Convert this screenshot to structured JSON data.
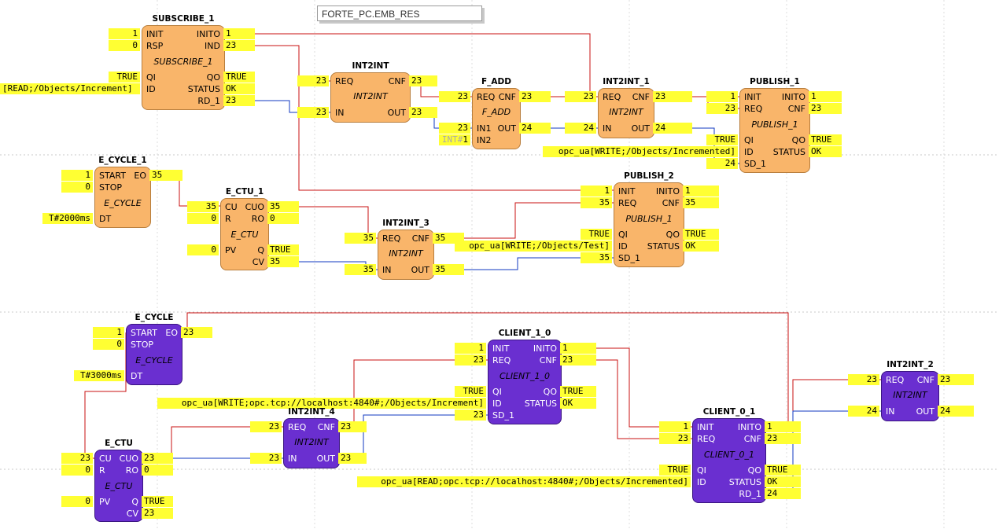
{
  "resource_label": "FORTE_PC.EMB_RES",
  "blocks": {
    "subscribe1": {
      "title": "SUBSCRIBE_1",
      "type": "SUBSCRIBE_1",
      "ins": [
        "INIT",
        "RSP",
        "QI",
        "ID"
      ],
      "outs": [
        "INITO",
        "IND",
        "QO",
        "STATUS",
        "RD_1"
      ]
    },
    "int2int": {
      "title": "INT2INT",
      "type": "INT2INT",
      "ins": [
        "REQ",
        "IN"
      ],
      "outs": [
        "CNF",
        "OUT"
      ]
    },
    "fadd": {
      "title": "F_ADD",
      "type": "F_ADD",
      "ins": [
        "REQ",
        "IN1",
        "IN2"
      ],
      "outs": [
        "CNF",
        "OUT"
      ]
    },
    "int2int1": {
      "title": "INT2INT_1",
      "type": "INT2INT",
      "ins": [
        "REQ",
        "IN"
      ],
      "outs": [
        "CNF",
        "OUT"
      ]
    },
    "publish1": {
      "title": "PUBLISH_1",
      "type": "PUBLISH_1",
      "ins": [
        "INIT",
        "REQ",
        "QI",
        "ID",
        "SD_1"
      ],
      "outs": [
        "INITO",
        "CNF",
        "QO",
        "STATUS"
      ]
    },
    "ecycle1": {
      "title": "E_CYCLE_1",
      "type": "E_CYCLE",
      "ins": [
        "START",
        "STOP",
        "DT"
      ],
      "outs": [
        "EO"
      ]
    },
    "ectu1": {
      "title": "E_CTU_1",
      "type": "E_CTU",
      "ins": [
        "CU",
        "R",
        "PV"
      ],
      "outs": [
        "CUO",
        "RO",
        "Q",
        "CV"
      ]
    },
    "int2int3": {
      "title": "INT2INT_3",
      "type": "INT2INT",
      "ins": [
        "REQ",
        "IN"
      ],
      "outs": [
        "CNF",
        "OUT"
      ]
    },
    "publish2": {
      "title": "PUBLISH_2",
      "type": "PUBLISH_1",
      "ins": [
        "INIT",
        "REQ",
        "QI",
        "ID",
        "SD_1"
      ],
      "outs": [
        "INITO",
        "CNF",
        "QO",
        "STATUS"
      ]
    },
    "ecycle": {
      "title": "E_CYCLE",
      "type": "E_CYCLE",
      "ins": [
        "START",
        "STOP",
        "DT"
      ],
      "outs": [
        "EO"
      ]
    },
    "client10": {
      "title": "CLIENT_1_0",
      "type": "CLIENT_1_0",
      "ins": [
        "INIT",
        "REQ",
        "QI",
        "ID",
        "SD_1"
      ],
      "outs": [
        "INITO",
        "CNF",
        "QO",
        "STATUS"
      ]
    },
    "int2int4": {
      "title": "INT2INT_4",
      "type": "INT2INT",
      "ins": [
        "REQ",
        "IN"
      ],
      "outs": [
        "CNF",
        "OUT"
      ]
    },
    "ectu": {
      "title": "E_CTU",
      "type": "E_CTU",
      "ins": [
        "CU",
        "R",
        "PV"
      ],
      "outs": [
        "CUO",
        "RO",
        "Q",
        "CV"
      ]
    },
    "client01": {
      "title": "CLIENT_0_1",
      "type": "CLIENT_0_1",
      "ins": [
        "INIT",
        "REQ",
        "QI",
        "ID"
      ],
      "outs": [
        "INITO",
        "CNF",
        "QO",
        "STATUS",
        "RD_1"
      ]
    },
    "int2int2": {
      "title": "INT2INT_2",
      "type": "INT2INT",
      "ins": [
        "REQ",
        "IN"
      ],
      "outs": [
        "CNF",
        "OUT"
      ]
    }
  },
  "values": {
    "sub1_init_in": "1",
    "sub1_rsp_in": "0",
    "sub1_qi_in": "TRUE",
    "sub1_id_in": "[READ;/Objects/Increment]",
    "sub1_inito_out": "1",
    "sub1_ind_out": "23",
    "sub1_qo_out": "TRUE",
    "sub1_status_out": "OK",
    "sub1_rd1_out": "23",
    "i2i_req_in": "23",
    "i2i_in_in": "23",
    "i2i_cnf_out": "23",
    "i2i_out_out": "23",
    "fadd_req_in": "23",
    "fadd_in1_in": "23",
    "fadd_in2_in": "1",
    "fadd_in2_prefix": "INT#",
    "fadd_cnf_out": "23",
    "fadd_out_out": "24",
    "i2i1_req_in": "23",
    "i2i1_in_in": "24",
    "i2i1_cnf_out": "23",
    "i2i1_out_out": "24",
    "pub1_init_in": "1",
    "pub1_req_in": "23",
    "pub1_qi_in": "TRUE",
    "pub1_id_in": "opc_ua[WRITE;/Objects/Incremented]",
    "pub1_sd1_in": "24",
    "pub1_inito_out": "1",
    "pub1_cnf_out": "23",
    "pub1_qo_out": "TRUE",
    "pub1_status_out": "OK",
    "ec1_start_in": "1",
    "ec1_stop_in": "0",
    "ec1_dt_in": "T#2000ms",
    "ec1_eo_out": "35",
    "ectu1_cu_in": "35",
    "ectu1_r_in": "0",
    "ectu1_pv_in": "0",
    "ectu1_cuo_out": "35",
    "ectu1_ro_out": "0",
    "ectu1_q_out": "TRUE",
    "ectu1_cv_out": "35",
    "i2i3_req_in": "35",
    "i2i3_in_in": "35",
    "i2i3_cnf_out": "35",
    "i2i3_out_out": "35",
    "pub2_init_in": "1",
    "pub2_req_in": "35",
    "pub2_qi_in": "TRUE",
    "pub2_id_in": "opc_ua[WRITE;/Objects/Test]",
    "pub2_sd1_in": "35",
    "pub2_inito_out": "1",
    "pub2_cnf_out": "35",
    "pub2_qo_out": "TRUE",
    "pub2_status_out": "OK",
    "ec_start_in": "1",
    "ec_stop_in": "0",
    "ec_dt_in": "T#3000ms",
    "ec_eo_out": "23",
    "c10_init_in": "1",
    "c10_req_in": "23",
    "c10_qi_in": "TRUE",
    "c10_id_in": "opc_ua[WRITE;opc.tcp://localhost:4840#;/Objects/Increment]",
    "c10_sd1_in": "23",
    "c10_inito_out": "1",
    "c10_cnf_out": "23",
    "c10_qo_out": "TRUE",
    "c10_status_out": "OK",
    "i2i4_req_in": "23",
    "i2i4_in_in": "23",
    "i2i4_cnf_out": "23",
    "i2i4_out_out": "23",
    "ectu_cu_in": "23",
    "ectu_r_in": "0",
    "ectu_pv_in": "0",
    "ectu_cuo_out": "23",
    "ectu_ro_out": "0",
    "ectu_q_out": "TRUE",
    "ectu_cv_out": "23",
    "c01_init_in": "1",
    "c01_req_in": "23",
    "c01_qi_in": "TRUE",
    "c01_id_in": "opc_ua[READ;opc.tcp://localhost:4840#;/Objects/Incremented]",
    "c01_inito_out": "1",
    "c01_cnf_out": "23",
    "c01_qo_out": "TRUE",
    "c01_status_out": "OK",
    "c01_rd1_out": "24",
    "i2i2_req_in": "23",
    "i2i2_in_in": "24",
    "i2i2_cnf_out": "23",
    "i2i2_out_out": "24"
  },
  "colors": {
    "event_wire": "#c81010",
    "data_wire": "#1038c0",
    "orange_block": "#f9b56a",
    "purple_block": "#6a2fd0",
    "value_bg": "#ffff33"
  }
}
